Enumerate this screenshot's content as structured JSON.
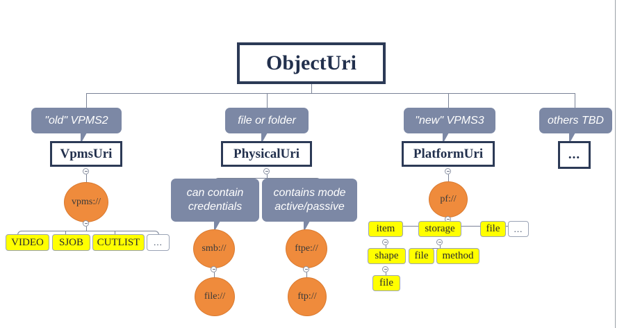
{
  "diagram": {
    "title": "ObjectUri",
    "root": {
      "label": "ObjectUri"
    },
    "branches": [
      {
        "note": "\"old\" VPMS2",
        "class": "VpmsUri"
      },
      {
        "note": "file or folder",
        "class": "PhysicalUri"
      },
      {
        "note": "\"new\" VPMS3",
        "class": "PlatformUri"
      },
      {
        "note": "others TBD",
        "class": "..."
      }
    ],
    "notes": {
      "credentials": "can contain\ncredentials",
      "mode": "contains mode\nactive/passive"
    },
    "schemes": {
      "vpms": "vpms://",
      "smb": "smb://",
      "file_smb": "file://",
      "ftpe": "ftpe://",
      "ftp": "ftp://",
      "pf": "pf://"
    },
    "vpms_children": [
      "VIDEO",
      "SJOB",
      "CUTLIST",
      "..."
    ],
    "pf_children": [
      "item",
      "storage",
      "file",
      "..."
    ],
    "item_children": [
      "shape"
    ],
    "shape_children": [
      "file"
    ],
    "storage_children": [
      "file",
      "method"
    ]
  },
  "colors": {
    "note_gray": "#7c88a5",
    "class_border": "#2c3a56",
    "ellipse_orange": "#ef8b3c",
    "leaf_yellow": "#ffff00",
    "connector": "#7a8296"
  }
}
